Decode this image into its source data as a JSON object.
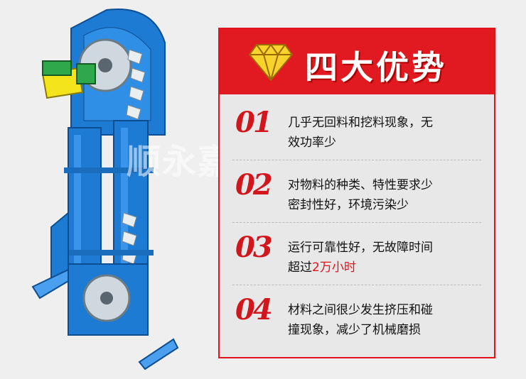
{
  "watermark": "顺永嘉机械设备",
  "banner": {
    "title": "四大优势",
    "icon": "diamond-icon",
    "color": "#e11a21"
  },
  "items": [
    {
      "num": "01",
      "line1": "几乎无回料和挖料现象，无",
      "line2": "效功率少",
      "highlight": ""
    },
    {
      "num": "02",
      "line1": "对物料的种类、特性要求少",
      "line2": "密封性好，环境污染少",
      "highlight": ""
    },
    {
      "num": "03",
      "line1": "运行可靠性好，无故障时间",
      "line2": "超过",
      "highlight": "2万小时"
    },
    {
      "num": "04",
      "line1": "材料之间很少发生挤压和碰",
      "line2": "撞现象，减少了机械磨损",
      "highlight": ""
    }
  ]
}
